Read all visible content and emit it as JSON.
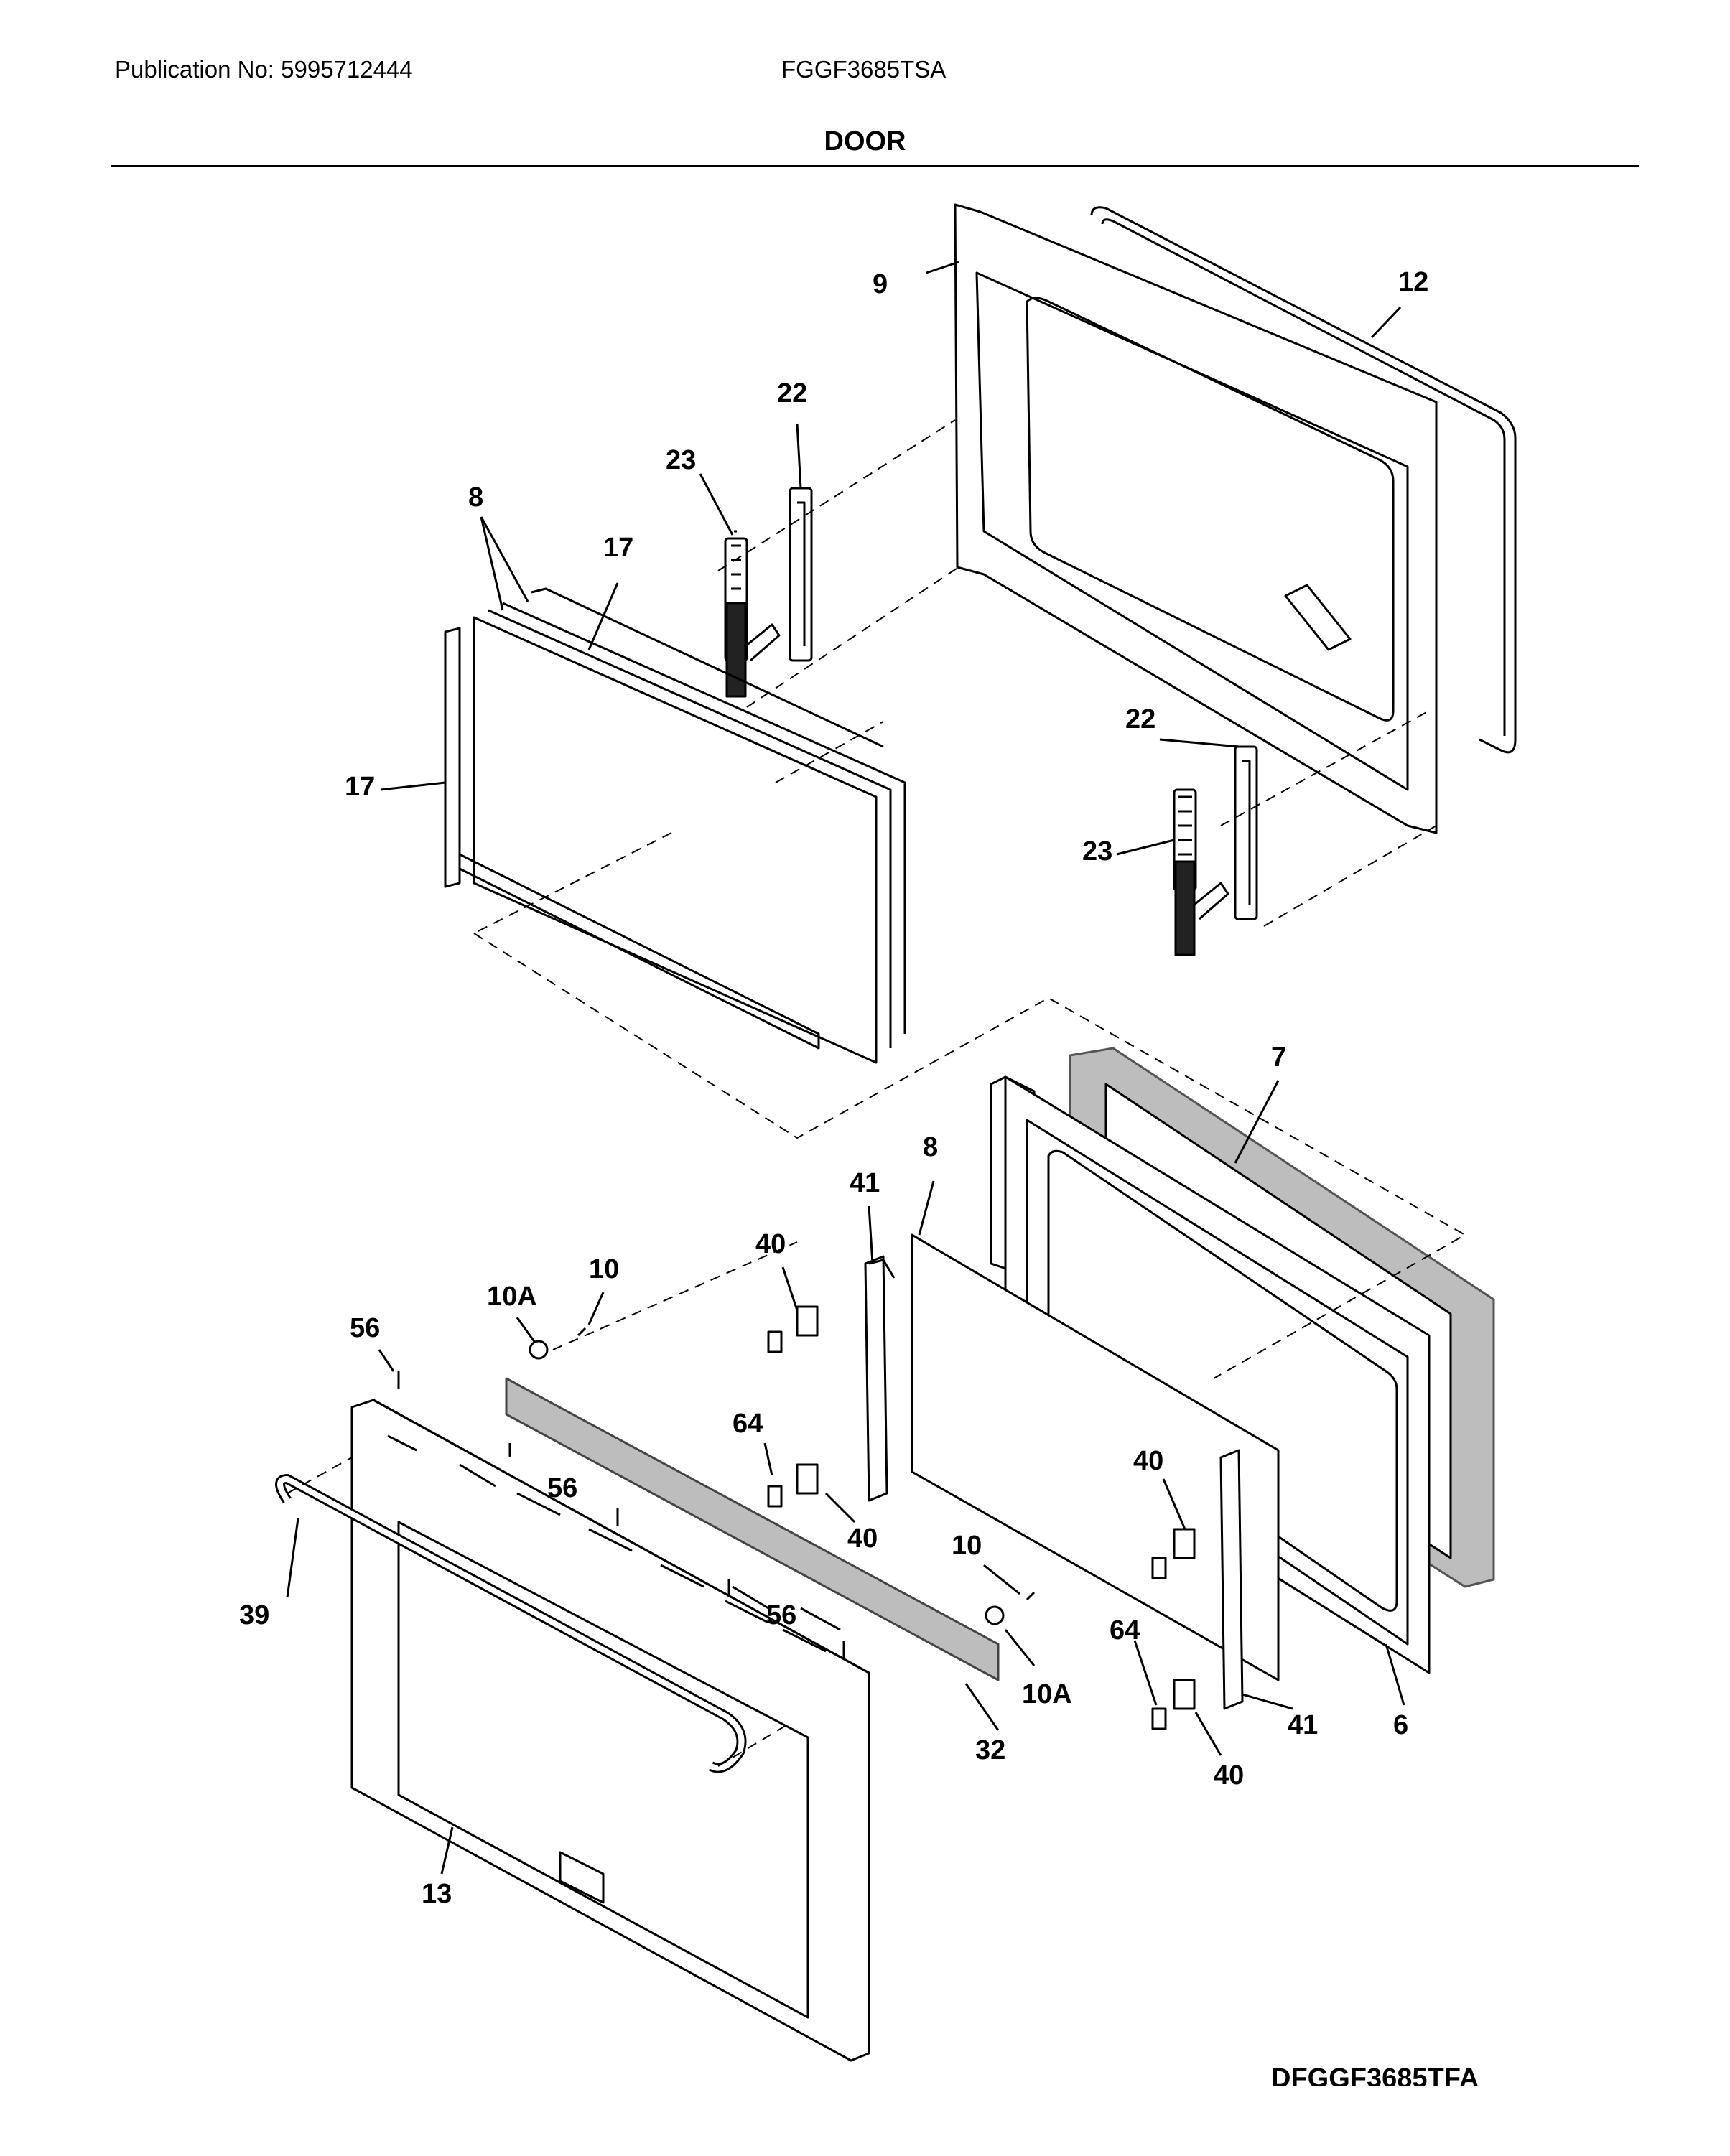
{
  "header": {
    "publication": "Publication No: 5995712444",
    "model": "FGGF3685TSA",
    "section_title": "DOOR"
  },
  "footer": {
    "diagram_code": "DFGGF3685TFA"
  },
  "callouts": [
    "9",
    "12",
    "22",
    "23",
    "8",
    "17",
    "17",
    "22",
    "23",
    "7",
    "8",
    "41",
    "40",
    "10A",
    "10",
    "56",
    "64",
    "56",
    "40",
    "39",
    "10",
    "56",
    "10A",
    "32",
    "40",
    "64",
    "41",
    "6",
    "40",
    "13"
  ]
}
